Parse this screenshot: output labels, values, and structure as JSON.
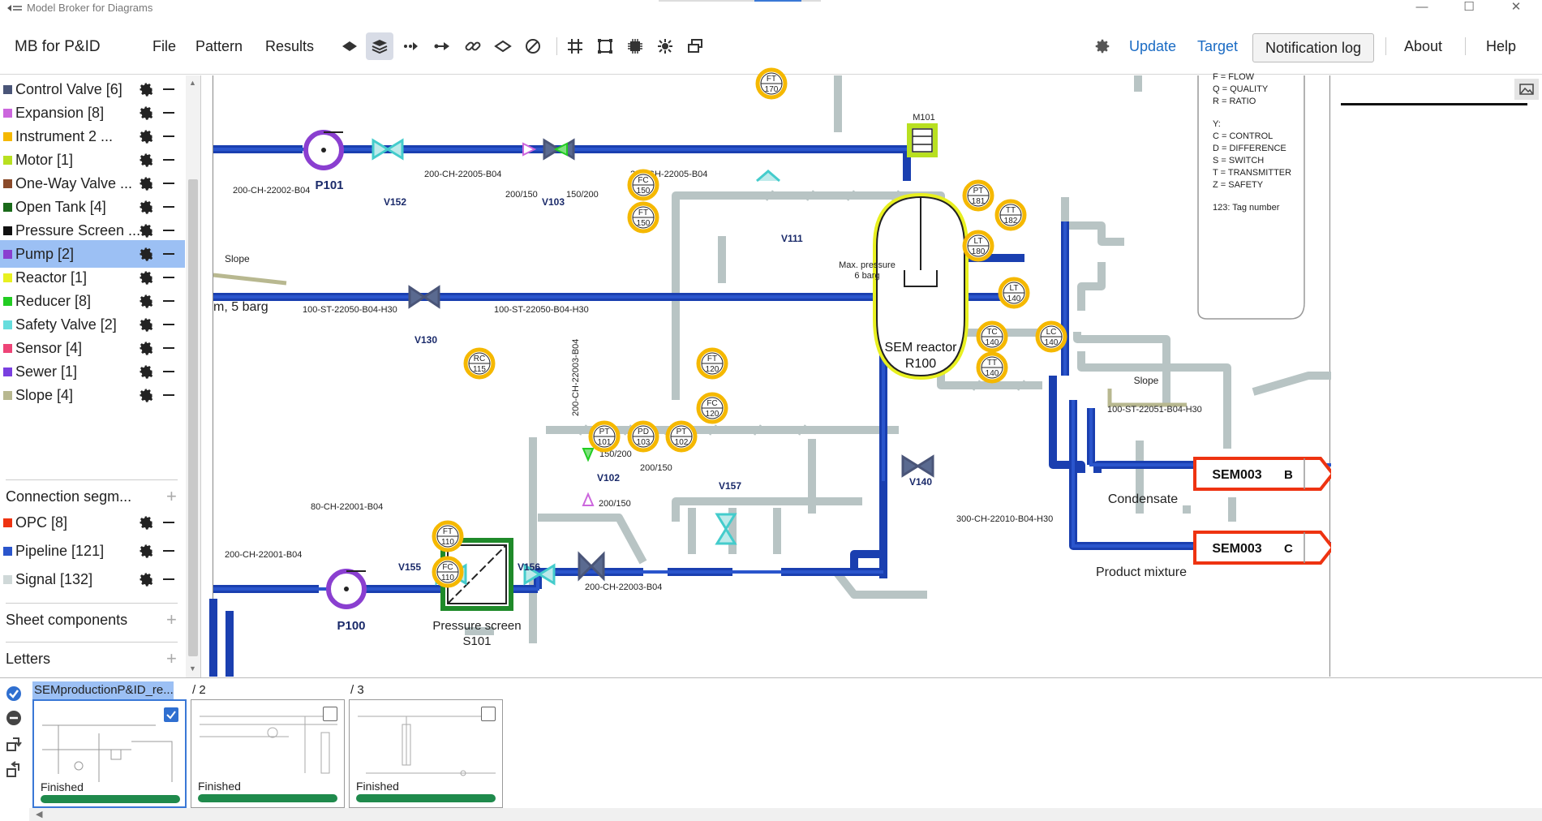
{
  "window": {
    "title": "Model Broker for Diagrams",
    "minimize_glyph": "—",
    "maximize_glyph": "☐",
    "close_glyph": "✕"
  },
  "menubar": {
    "brand": "MB for P&ID",
    "menu": [
      "File",
      "Pattern",
      "Results"
    ],
    "tools": [
      "select-shape-icon",
      "layers-icon",
      "connect-node-icon",
      "arrow-flow-icon",
      "link-icon",
      "diamond-icon",
      "disable-icon",
      "grid-icon",
      "frame-select-icon",
      "chip-icon",
      "bug-icon",
      "copy-windows-icon"
    ],
    "actions": {
      "update": "Update",
      "target": "Target",
      "notification_log": "Notification log",
      "about": "About",
      "help": "Help"
    },
    "accent_color": "#1a6bc4"
  },
  "sidebar": {
    "categories": [
      {
        "label": "Control Valve [6]",
        "color": "#4a5578"
      },
      {
        "label": "Expansion [8]",
        "color": "#cc66dd"
      },
      {
        "label": "Instrument 2 ...",
        "color": "#f5b800"
      },
      {
        "label": "Motor [1]",
        "color": "#b8e020"
      },
      {
        "label": "One-Way Valve ...",
        "color": "#8a4a2a"
      },
      {
        "label": "Open Tank [4]",
        "color": "#1a6a1a"
      },
      {
        "label": "Pressure Screen ...",
        "color": "#111111"
      },
      {
        "label": "Pump [2]",
        "color": "#8a3fd0",
        "selected": true
      },
      {
        "label": "Reactor [1]",
        "color": "#e8f020"
      },
      {
        "label": "Reducer [8]",
        "color": "#22cc22"
      },
      {
        "label": "Safety Valve [2]",
        "color": "#66dddd"
      },
      {
        "label": "Sensor [4]",
        "color": "#ee4477"
      },
      {
        "label": "Sewer [1]",
        "color": "#7a3fe0"
      },
      {
        "label": "Slope [4]",
        "color": "#b8b890"
      }
    ],
    "connection_section": "Connection segm...",
    "connections": [
      {
        "label": "OPC [8]",
        "color": "#ee3311"
      },
      {
        "label": "Pipeline [121]",
        "color": "#2a55cc"
      },
      {
        "label": "Signal [132]",
        "color": "#cfd8d8"
      }
    ],
    "sheet_components": "Sheet components",
    "letters": "Letters"
  },
  "diagram": {
    "legend_lines": [
      "F = FLOW",
      "Q = QUALITY",
      "R = RATIO",
      "",
      "Y:",
      "C = CONTROL",
      "D = DIFFERENCE",
      "S = SWITCH",
      "T = TRANSMITTER",
      "Z = SAFETY",
      "",
      "123: Tag number"
    ],
    "pipe_labels": [
      "200-CH-22002-B04",
      "200-CH-22005-B04",
      "200-CH-22005-B04",
      "100-ST-22050-B04-H30",
      "100-ST-22050-B04-H30",
      "200-CH-22003-B04",
      "100-ST-22051-B04-H30",
      "300-CH-22010-B04-H30",
      "80-CH-22001-B04",
      "200-CH-22001-B04",
      "200-CH-22003-B04"
    ],
    "equipment": {
      "p101": "P101",
      "p100": "P100",
      "reactor_line1": "SEM reactor",
      "reactor_line2": "R100",
      "max_pressure_1": "Max. pressure",
      "max_pressure_2": "6 barg",
      "motor": "M101",
      "screen_1": "Pressure screen",
      "screen_2": "S101",
      "slope": "Slope",
      "slope_right": "Slope",
      "side_text": "m, 5 barg",
      "condensate": "Condensate",
      "product": "Product mixture"
    },
    "valves": [
      "V152",
      "V103",
      "V111",
      "V130",
      "V102",
      "V157",
      "V140",
      "V155",
      "V156"
    ],
    "reducers": [
      "200/150",
      "150/200",
      "150/200",
      "200/150",
      "200/150"
    ],
    "instruments": [
      {
        "top": "FT",
        "num": "170"
      },
      {
        "top": "FC",
        "num": "150"
      },
      {
        "top": "FT",
        "num": "150"
      },
      {
        "top": "PT",
        "num": "181"
      },
      {
        "top": "TT",
        "num": "182"
      },
      {
        "top": "LT",
        "num": "180"
      },
      {
        "top": "LT",
        "num": "140"
      },
      {
        "top": "TC",
        "num": "140"
      },
      {
        "top": "TT",
        "num": "140"
      },
      {
        "top": "LC",
        "num": "140"
      },
      {
        "top": "RC",
        "num": "115"
      },
      {
        "top": "FT",
        "num": "120"
      },
      {
        "top": "FC",
        "num": "120"
      },
      {
        "top": "PT",
        "num": "101"
      },
      {
        "top": "PD",
        "num": "103"
      },
      {
        "top": "PT",
        "num": "102"
      },
      {
        "top": "FT",
        "num": "110"
      },
      {
        "top": "FC",
        "num": "110"
      }
    ],
    "offpage": [
      {
        "label": "SEM003",
        "letter": "B"
      },
      {
        "label": "SEM003",
        "letter": "C"
      }
    ]
  },
  "pages": [
    {
      "name": "SEMproductionP&ID_re...",
      "status": "Finished",
      "checked": true,
      "selected": true
    },
    {
      "name": "/ 2",
      "status": "Finished",
      "checked": false,
      "selected": false
    },
    {
      "name": "/ 3",
      "status": "Finished",
      "checked": false,
      "selected": false
    }
  ]
}
